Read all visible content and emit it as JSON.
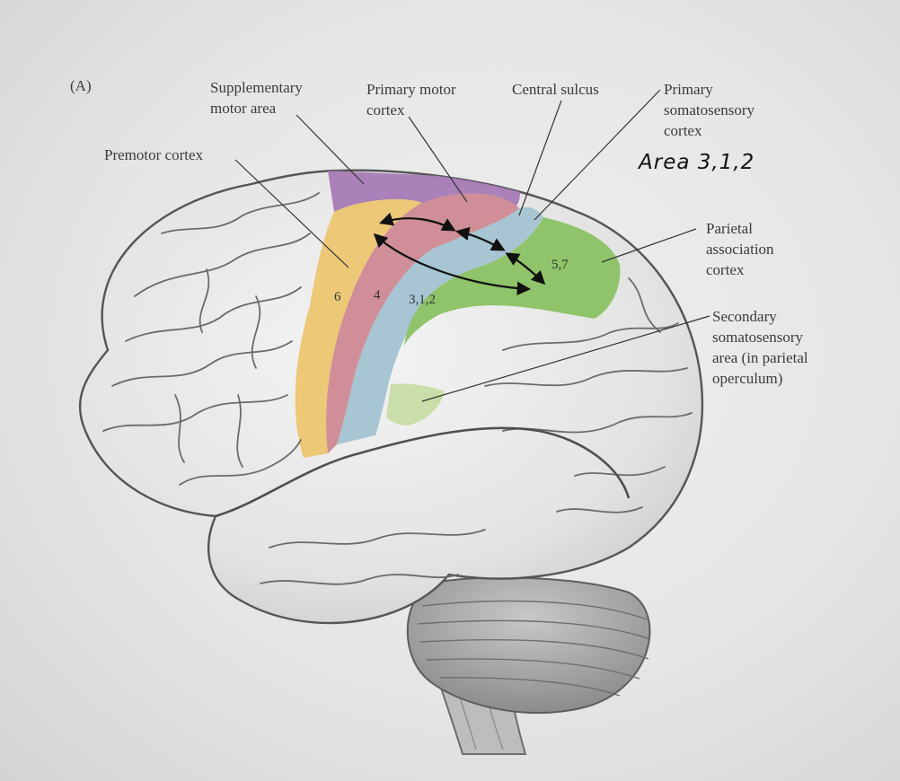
{
  "panel_label": "(A)",
  "labels": {
    "supplementary_motor_area": "Supplementary\nmotor area",
    "primary_motor_cortex": "Primary motor\ncortex",
    "central_sulcus": "Central sulcus",
    "primary_somatosensory_cortex": "Primary\nsomatosensory\ncortex",
    "premotor_cortex": "Premotor cortex",
    "parietal_association_cortex": "Parietal\nassociation\ncortex",
    "secondary_somatosensory_area": "Secondary\nsomatosensory\narea (in parietal\noperculum)"
  },
  "area_numbers": {
    "area_6": "6",
    "area_4": "4",
    "area_312": "3,1,2",
    "area_57": "5,7"
  },
  "handwritten_note": "Area 3,1,2",
  "colors": {
    "supplementary_motor": "#a67bb5",
    "premotor": "#ecc877",
    "primary_motor": "#cf8e98",
    "somatosensory": "#a7c5d3",
    "parietal_association": "#8fc46a",
    "secondary_somatosensory": "#c9dea8",
    "cortex": "#efefef"
  }
}
